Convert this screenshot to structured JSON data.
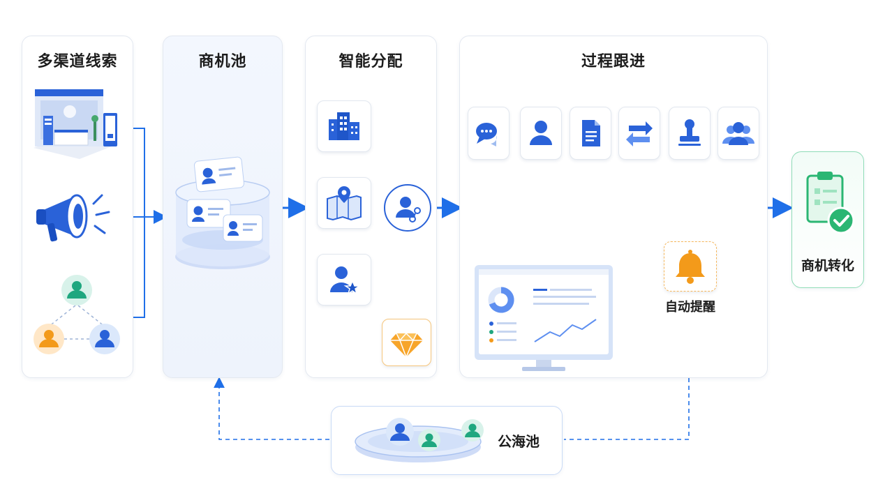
{
  "sections": {
    "channels": {
      "title": "多渠道线索"
    },
    "pool": {
      "title": "商机池"
    },
    "assign": {
      "title": "智能分配"
    },
    "process": {
      "title": "过程跟进"
    }
  },
  "process_steps": [
    {
      "icon": "chat-bubble-icon"
    },
    {
      "icon": "user-icon"
    },
    {
      "icon": "document-icon"
    },
    {
      "icon": "transfer-arrows-icon"
    },
    {
      "icon": "stamp-icon"
    },
    {
      "icon": "team-icon"
    }
  ],
  "reminder": {
    "label": "自动提醒",
    "icon": "bell-icon"
  },
  "conversion": {
    "label": "商机转化",
    "icon": "clipboard-check-icon"
  },
  "public_pool": {
    "label": "公海池"
  },
  "colors": {
    "primary": "#1f6fe8",
    "orange": "#f39a1a",
    "green": "#2bb673",
    "teal": "#22b39a"
  }
}
